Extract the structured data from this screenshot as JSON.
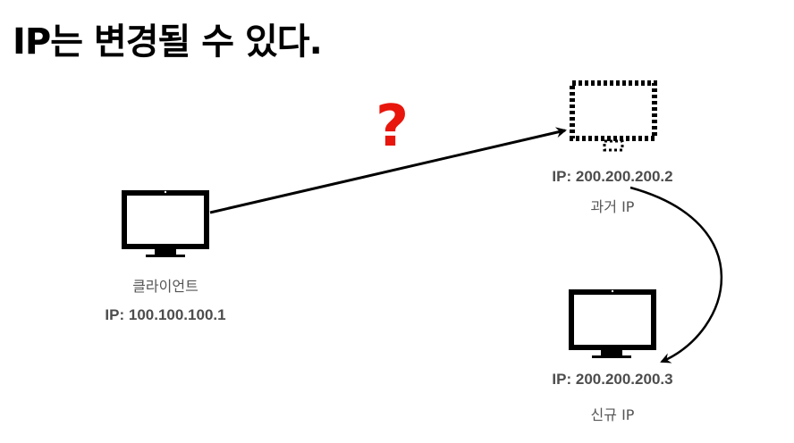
{
  "title": "IP는 변경될 수 있다.",
  "question_mark": "?",
  "client": {
    "label": "클라이언트",
    "ip": "IP: 100.100.100.1",
    "icon": "monitor-icon"
  },
  "old_server": {
    "label": "과거 IP",
    "ip": "IP: 200.200.200.2",
    "icon": "monitor-dotted-icon"
  },
  "new_server": {
    "label": "신규 IP",
    "ip": "IP: 200.200.200.3",
    "icon": "monitor-icon"
  },
  "colors": {
    "question": "#e8160c",
    "monitor": "#000000",
    "text": "#4d4d4d"
  }
}
